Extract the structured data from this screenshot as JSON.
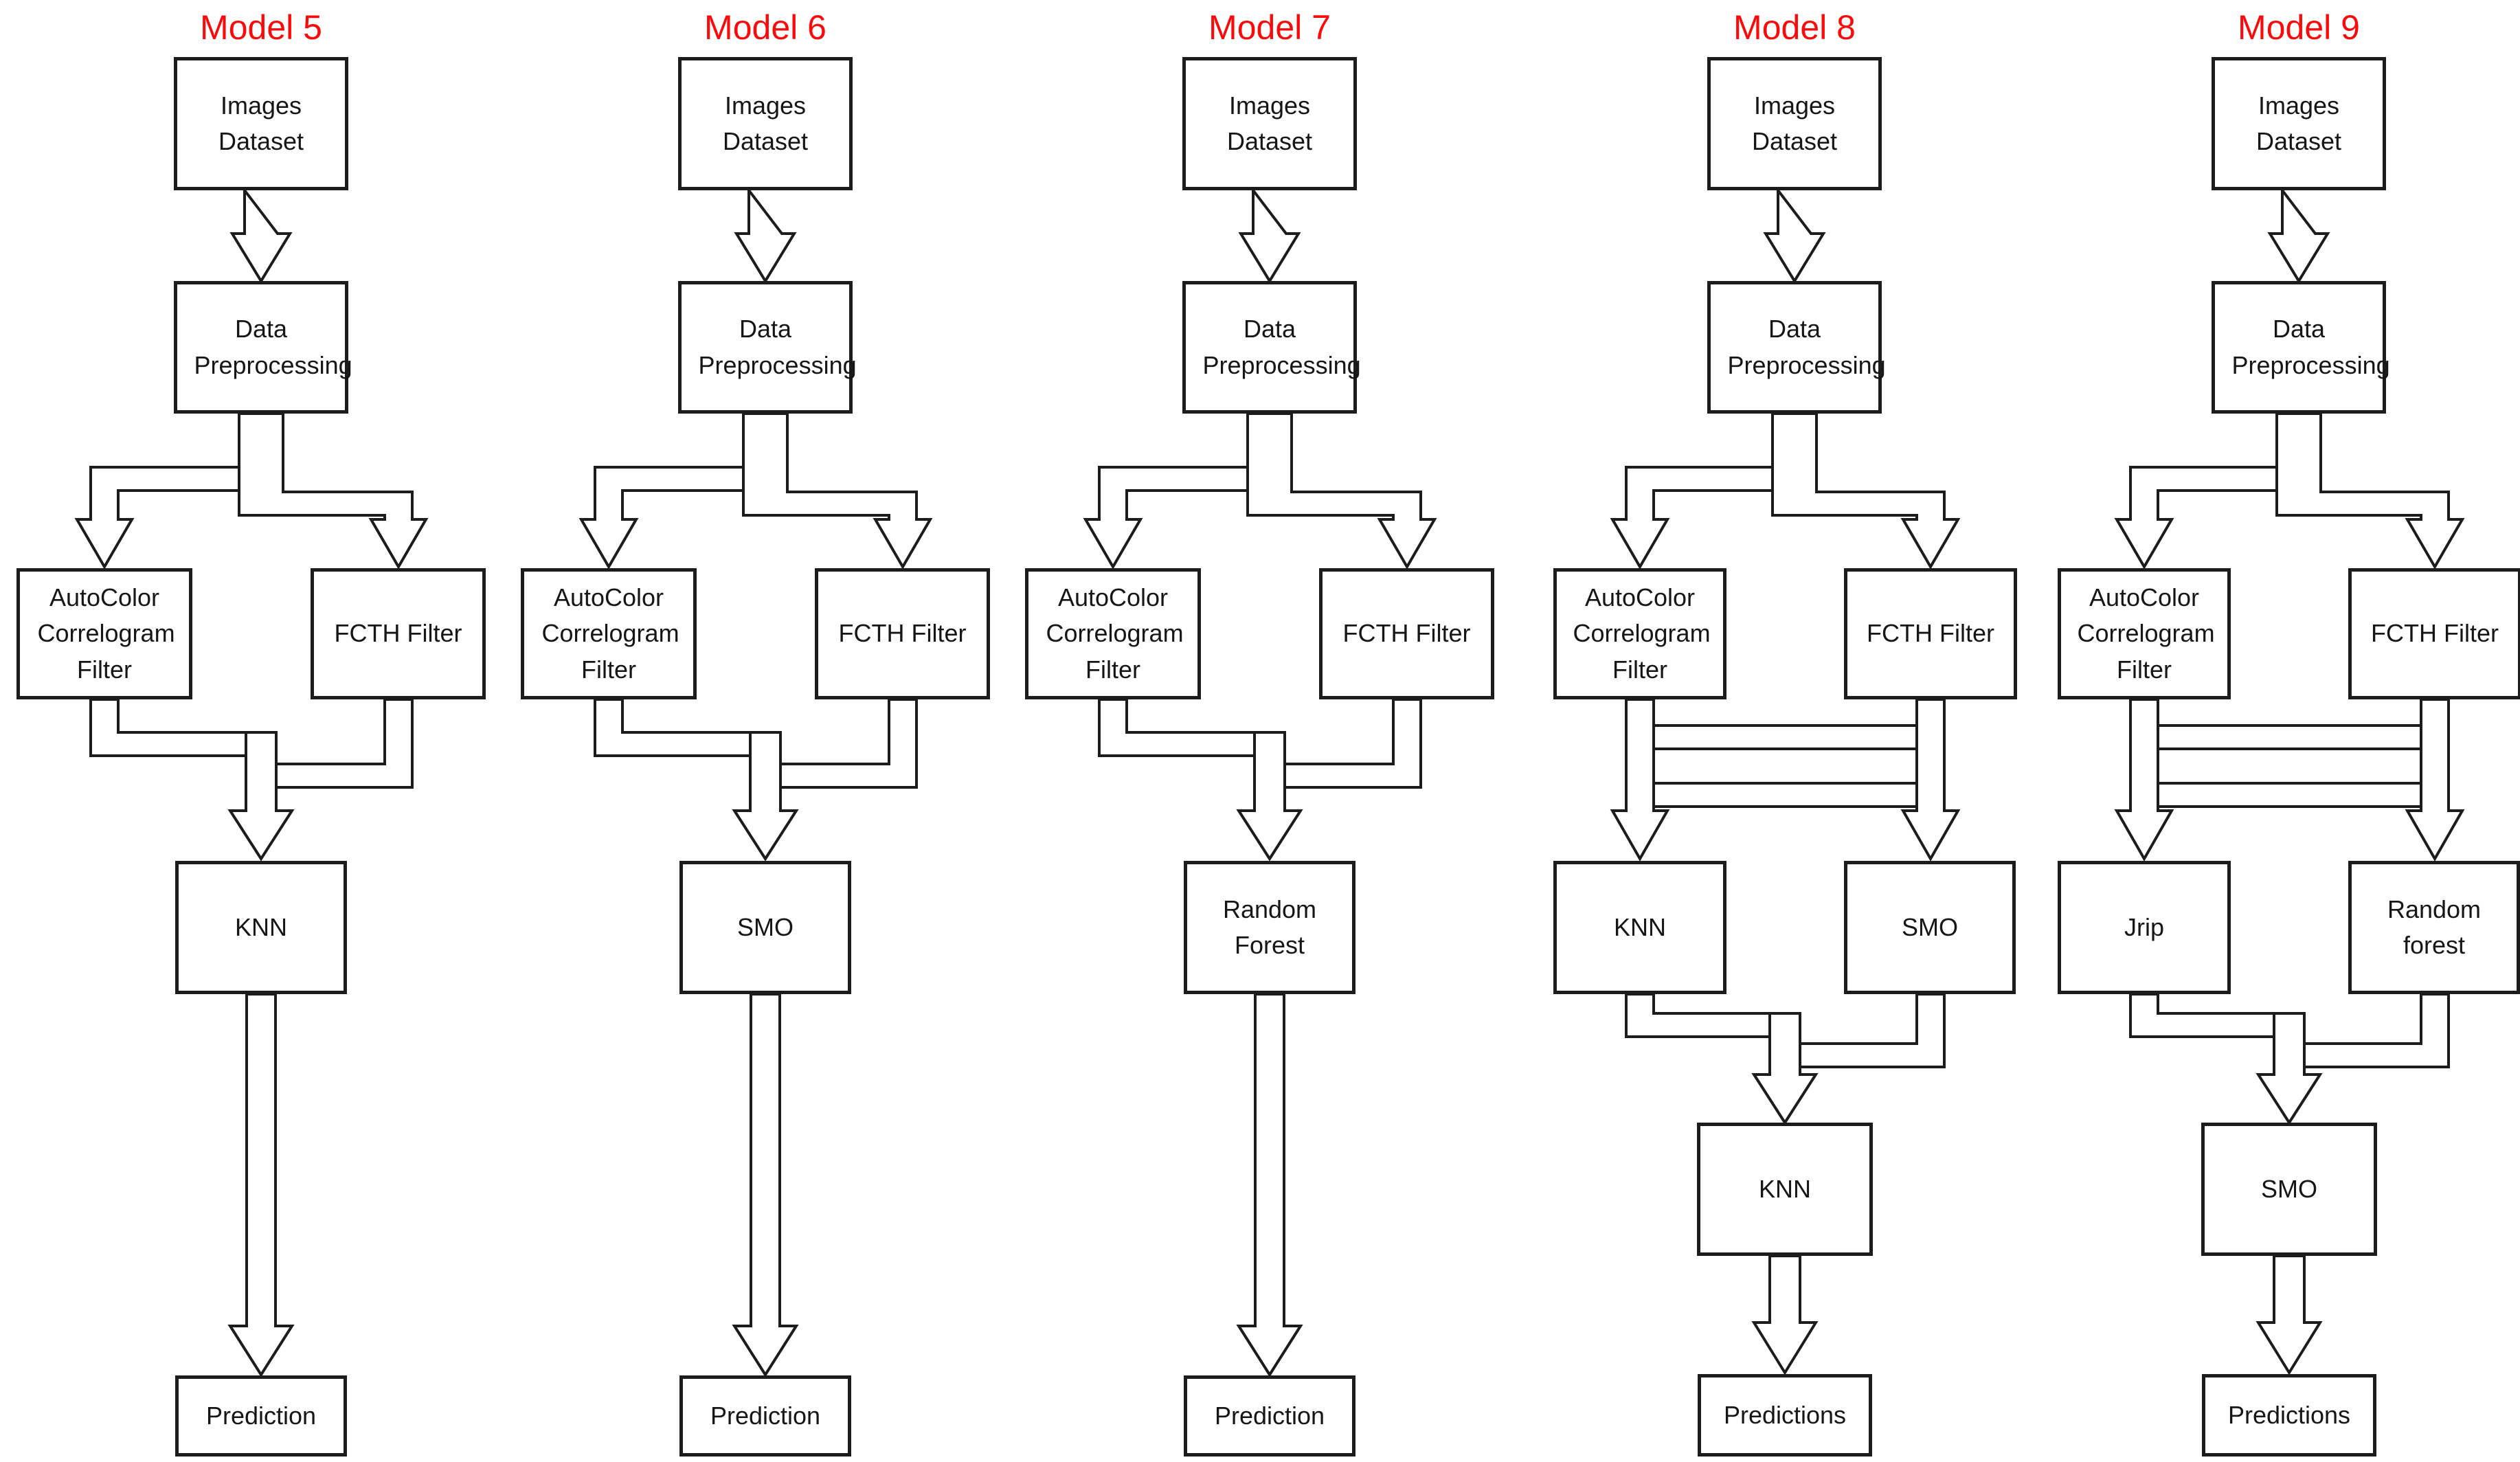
{
  "diagram": {
    "type": "flowchart",
    "description": "Five model pipelines for image classification using AutoColor Correlogram and FCTH feature filters",
    "title_color": "#fa0a0a",
    "line_color": "#1c1c1c",
    "box_background": "#ffffff"
  },
  "models": [
    {
      "title": "Model 5",
      "variant": "single-classifier",
      "dataset": "Images Dataset",
      "preprocessing": "Data Preprocessing",
      "filter_left": "AutoColor Correlogram Filter",
      "filter_right": "FCTH Filter",
      "classifier": "KNN",
      "output": "Prediction"
    },
    {
      "title": "Model 6",
      "variant": "single-classifier",
      "dataset": "Images Dataset",
      "preprocessing": "Data Preprocessing",
      "filter_left": "AutoColor Correlogram Filter",
      "filter_right": "FCTH Filter",
      "classifier": "SMO",
      "output": "Prediction"
    },
    {
      "title": "Model 7",
      "variant": "single-classifier",
      "dataset": "Images Dataset",
      "preprocessing": "Data Preprocessing",
      "filter_left": "AutoColor Correlogram Filter",
      "filter_right": "FCTH Filter",
      "classifier": "Random Forest",
      "output": "Prediction"
    },
    {
      "title": "Model 8",
      "variant": "stacked-ensemble",
      "dataset": "Images Dataset",
      "preprocessing": "Data Preprocessing",
      "filter_left": "AutoColor Correlogram Filter",
      "filter_right": "FCTH Filter",
      "classifier_left": "KNN",
      "classifier_right": "SMO",
      "fusion_classifier": "KNN",
      "output": "Predictions"
    },
    {
      "title": "Model 9",
      "variant": "stacked-ensemble",
      "dataset": "Images Dataset",
      "preprocessing": "Data Preprocessing",
      "filter_left": "AutoColor Correlogram Filter",
      "filter_right": "FCTH Filter",
      "classifier_left": "Jrip",
      "classifier_right": "Random forest",
      "fusion_classifier": "SMO",
      "output": "Predictions"
    }
  ]
}
